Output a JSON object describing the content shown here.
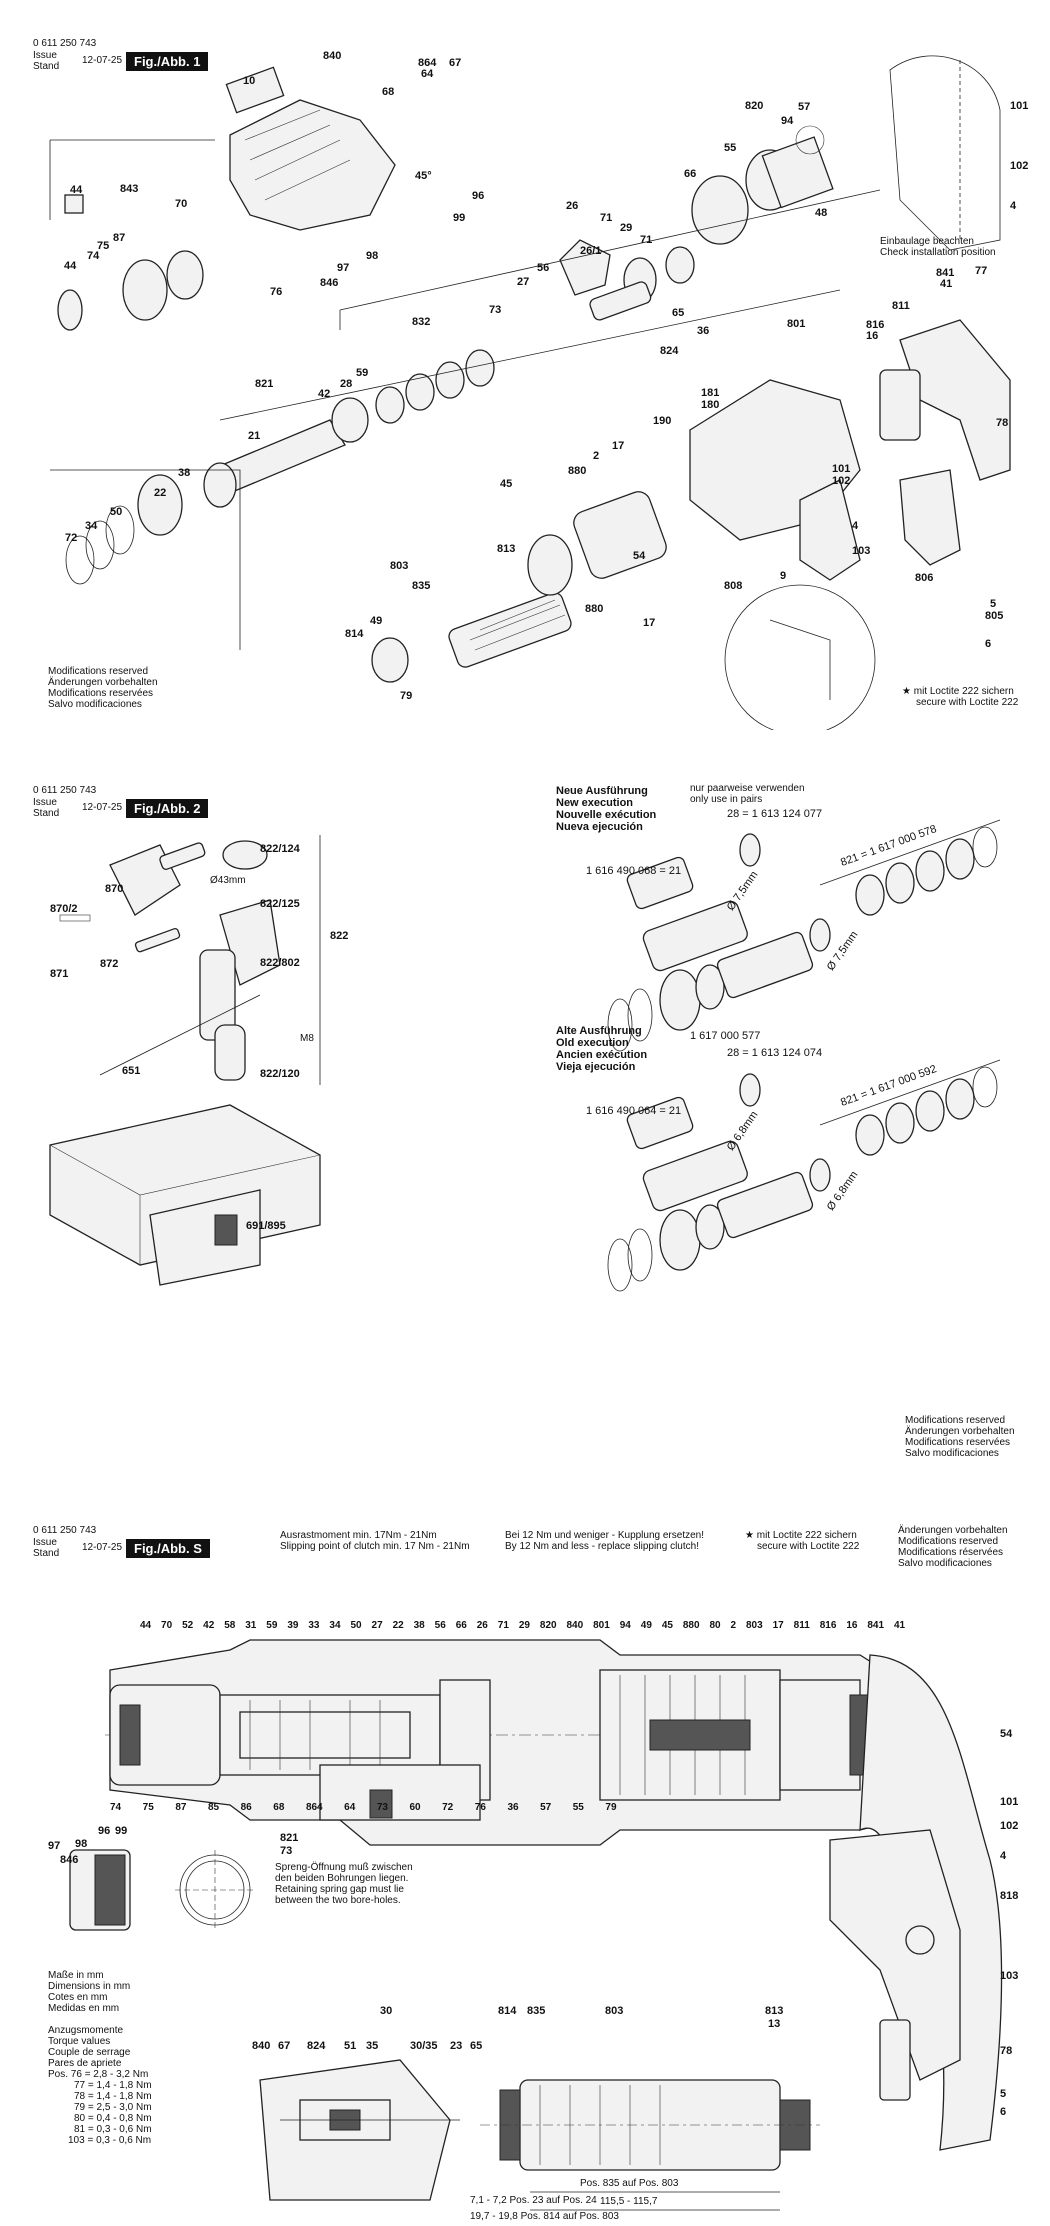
{
  "sheet1": {
    "part_no": "0 611 250 743",
    "issue_label": "Issue",
    "stand_label": "Stand",
    "date": "12-07-25",
    "fig": "Fig./Abb. 1",
    "mods": [
      "Modifications reserved",
      "Änderungen vorbehalten",
      "Modifications reservées",
      "Salvo modificaciones"
    ],
    "install_note": [
      "Einbaulage beachten",
      "Check installation position"
    ],
    "loctite": [
      "mit Loctite 222 sichern",
      "secure with Loctite 222"
    ],
    "labels": [
      "10",
      "840",
      "864",
      "67",
      "68",
      "64",
      "45°",
      "96",
      "99",
      "97",
      "98",
      "846",
      "76",
      "44",
      "843",
      "74",
      "75",
      "87",
      "70",
      "44",
      "26",
      "71",
      "29",
      "26/1",
      "71",
      "56",
      "27",
      "65",
      "824",
      "36",
      "820",
      "57",
      "94",
      "55",
      "66",
      "48",
      "832",
      "73",
      "821",
      "42",
      "28",
      "59",
      "21",
      "38",
      "22",
      "50",
      "34",
      "72",
      "190",
      "181",
      "180",
      "17",
      "2",
      "880",
      "45",
      "813",
      "54",
      "880",
      "17",
      "808",
      "9",
      "803",
      "835",
      "49",
      "814",
      "79",
      "801",
      "816",
      "16",
      "811",
      "841",
      "77",
      "41",
      "78",
      "101",
      "102",
      "103",
      "4",
      "806",
      "5",
      "805",
      "6",
      "101",
      "102",
      "4"
    ]
  },
  "sheet2": {
    "part_no": "0 611 250 743",
    "issue_label": "Issue",
    "stand_label": "Stand",
    "date": "12-07-25",
    "fig": "Fig./Abb. 2",
    "new_exec": [
      "Neue Ausführung",
      "New execution",
      "Nouvelle exécution",
      "Nueva ejecución"
    ],
    "old_exec": [
      "Alte Ausführung",
      "Old execution",
      "Ancien exécution",
      "Vieja ejecución"
    ],
    "pairs_note": [
      "nur paarweise verwenden",
      "only use in pairs"
    ],
    "new_codes": {
      "c28": "28 = 1 613 124 077",
      "c21": "1 616 490 068 = 21",
      "c821": "821 = 1 617 000 578",
      "dia1": "Ø 7,5mm",
      "dia2": "Ø 7,5mm"
    },
    "old_codes": {
      "c577": "1 617 000 577",
      "c28": "28 = 1 613 124 074",
      "c21": "1 616 490 064 = 21",
      "c821": "821 = 1 617 000 592",
      "dia1": "Ø 6,8mm",
      "dia2": "Ø 6,8mm"
    },
    "acc_labels": {
      "a822_124": "822/124",
      "a822_125": "822/125",
      "a822": "822",
      "a822_802": "822/802",
      "a822_120": "822/120",
      "a870": "870",
      "a870_2": "870/2",
      "a871": "871",
      "a872": "872",
      "a651": "651",
      "a691": "691/895",
      "m8": "M8",
      "d43": "Ø43mm"
    },
    "mods": [
      "Modifications reserved",
      "Änderungen vorbehalten",
      "Modifications reservées",
      "Salvo modificaciones"
    ]
  },
  "sheet3": {
    "part_no": "0 611 250 743",
    "issue_label": "Issue",
    "stand_label": "Stand",
    "date": "12-07-25",
    "fig": "Fig./Abb. S",
    "slip": [
      "Ausrastmoment min. 17Nm - 21Nm",
      "Slipping point of clutch min. 17 Nm - 21Nm"
    ],
    "coupling": [
      "Bei 12 Nm und weniger - Kupplung ersetzen!",
      "By  12 Nm and less - replace slipping clutch!"
    ],
    "loctite": [
      "mit Loctite 222 sichern",
      "secure with Loctite 222"
    ],
    "mods": [
      "Änderungen vorbehalten",
      "Modifications reserved",
      "Modifications réservées",
      "Salvo modificaciones"
    ],
    "spring_note": [
      "Spreng-Öffnung muß zwischen",
      "den beiden Bohrungen liegen.",
      "Retaining spring gap must lie",
      "between the two bore-holes."
    ],
    "dims": [
      "Maße in mm",
      "Dimensions in mm",
      "Cotes en mm",
      "Medidas en mm"
    ],
    "torque_head": [
      "Anzugsmomente",
      "Torque values",
      "Couple de serrage",
      "Pares de apriete"
    ],
    "torques": [
      "Pos. 76 = 2,8 - 3,2 Nm",
      "77 = 1,4 - 1,8 Nm",
      "78 = 1,4 - 1,8 Nm",
      "79 = 2,5 - 3,0 Nm",
      "80 = 0,4 - 0,8 Nm",
      "81 = 0,3 - 0,6 Nm",
      "103 = 0,3 - 0,6 Nm"
    ],
    "top_labels": [
      "44",
      "70",
      "52",
      "42",
      "58",
      "31",
      "59",
      "39",
      "33",
      "34",
      "50",
      "27",
      "22",
      "38",
      "56",
      "66",
      "26",
      "71",
      "29",
      "820",
      "840",
      "801",
      "94",
      "49",
      "45",
      "880",
      "80",
      "2",
      "803",
      "17",
      "811",
      "816",
      "16",
      "841",
      "41"
    ],
    "bottom_labels": [
      "74",
      "75",
      "87",
      "85",
      "86",
      "68",
      "864",
      "64",
      "73",
      "60",
      "72",
      "76",
      "36",
      "57",
      "55",
      "79"
    ],
    "side_labels": [
      "54",
      "101",
      "102",
      "4",
      "818",
      "103",
      "78",
      "5",
      "6"
    ],
    "detail_labels": [
      "96",
      "99",
      "97",
      "98",
      "846",
      "821",
      "73",
      "840",
      "67",
      "824",
      "51",
      "35",
      "30",
      "30/35",
      "23",
      "65",
      "814",
      "835",
      "803",
      "813",
      "13"
    ],
    "measures": {
      "m1": "Pos. 835 auf Pos. 803",
      "m2": "115,5 - 115,7",
      "m3": "7,1 - 7,2  Pos. 23 auf Pos. 24",
      "m4": "19,7 - 19,8  Pos. 814 auf Pos. 803"
    }
  }
}
